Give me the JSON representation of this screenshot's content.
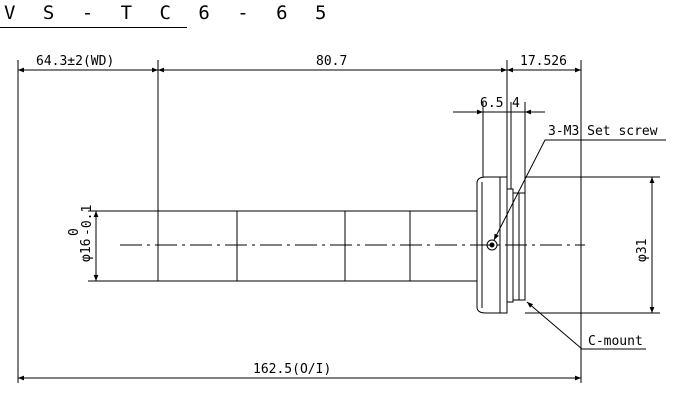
{
  "model": "VS-TC6-65",
  "title_display": "V S - T C 6 - 6 5",
  "dimensions": {
    "wd": "64.3±2(WD)",
    "body_length": "80.7",
    "flange_length": "17.526",
    "step_a": "6.5",
    "step_b": "4",
    "tube_diameter_main": "φ16",
    "tube_diameter_tol_upper": "0",
    "tube_diameter_tol_lower": "-0.1",
    "mount_diameter": "φ31",
    "overall_length": "162.5(O/I)"
  },
  "callouts": {
    "set_screw": "3-M3 Set screw",
    "mount": "C-mount"
  },
  "colors": {
    "line": "#000000",
    "background": "#ffffff"
  }
}
